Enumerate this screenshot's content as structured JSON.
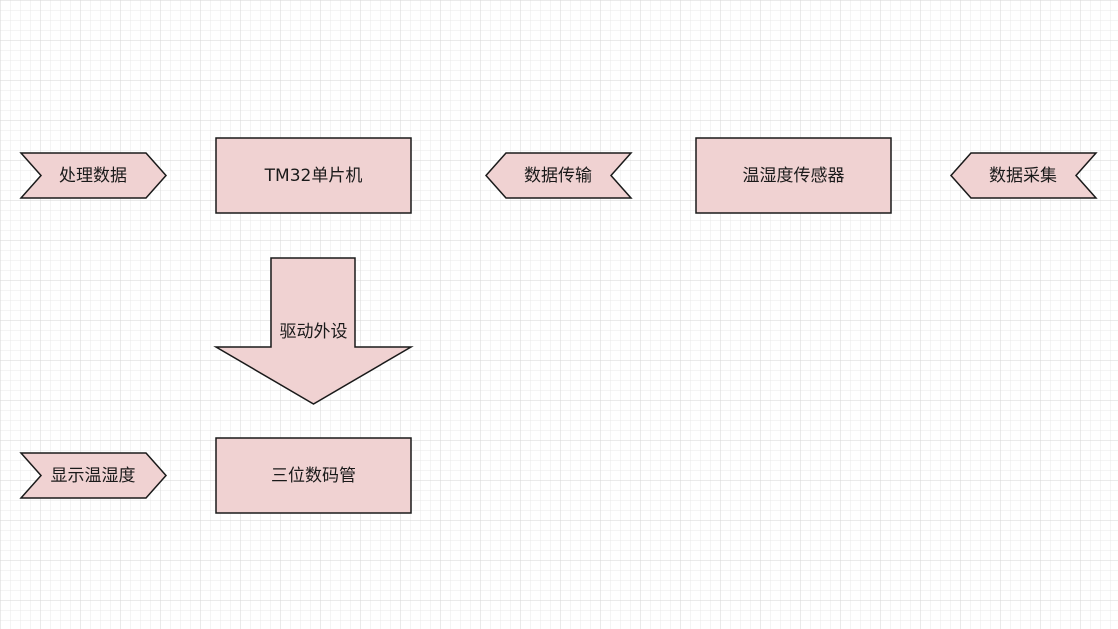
{
  "diagram": {
    "nodes": {
      "mcu": "TM32单片机",
      "sensor": "温湿度传感器",
      "display": "三位数码管"
    },
    "tags": {
      "process": "处理数据",
      "transfer": "数据传输",
      "collect": "数据采集",
      "show": "显示温湿度"
    },
    "arrow": {
      "drive": "驱动外设"
    }
  },
  "colors": {
    "fill": "#f0d2d2",
    "stroke": "#1a1a1a",
    "grid_minor": "#e8e8e8",
    "grid_major": "#d4d4d4"
  }
}
